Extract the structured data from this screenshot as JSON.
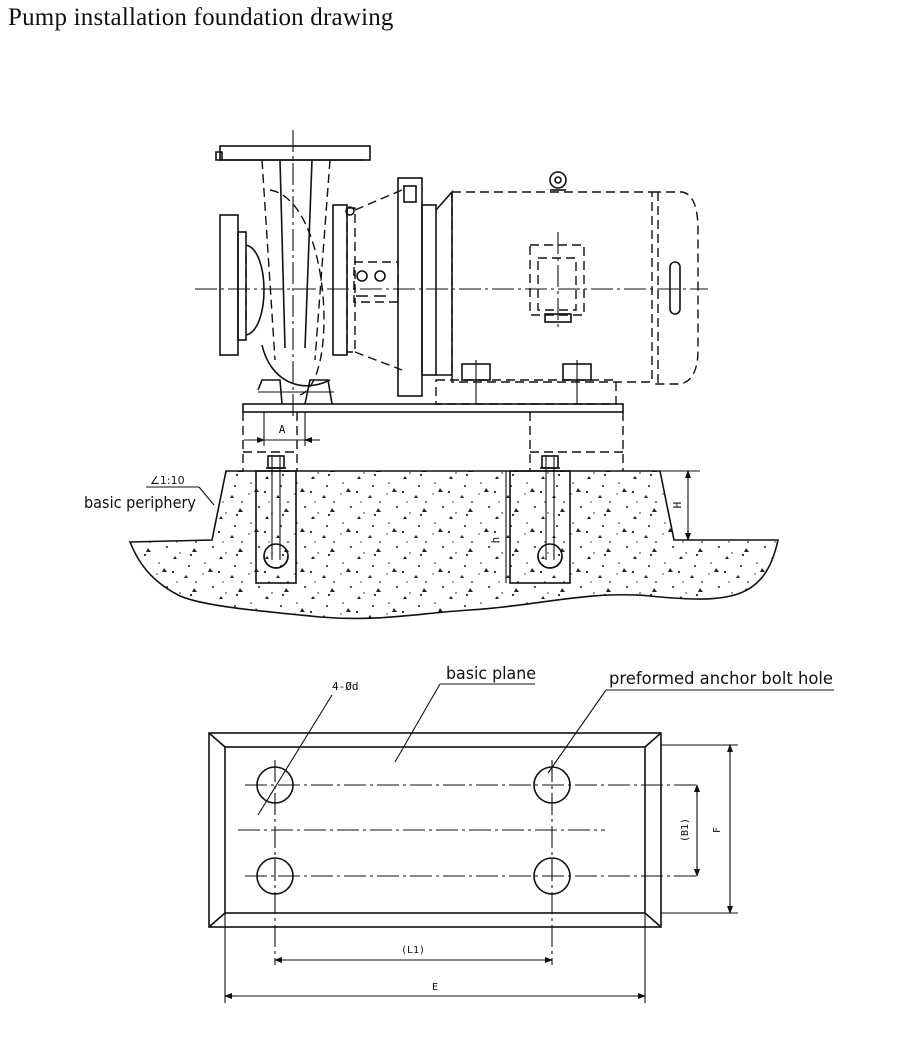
{
  "title": "Pump installation foundation drawing",
  "labels": {
    "slope": "∠1:10",
    "basic_periphery": "basic periphery",
    "dim_A": "A",
    "dim_H": "H",
    "dim_h": "h",
    "basic_plane": "basic plane",
    "anchor_hole": "preformed anchor bolt hole",
    "holes_spec": "4-Ød",
    "dim_B1": "(B1)",
    "dim_F": "F",
    "dim_L1": "(L1)",
    "dim_E": "E"
  }
}
